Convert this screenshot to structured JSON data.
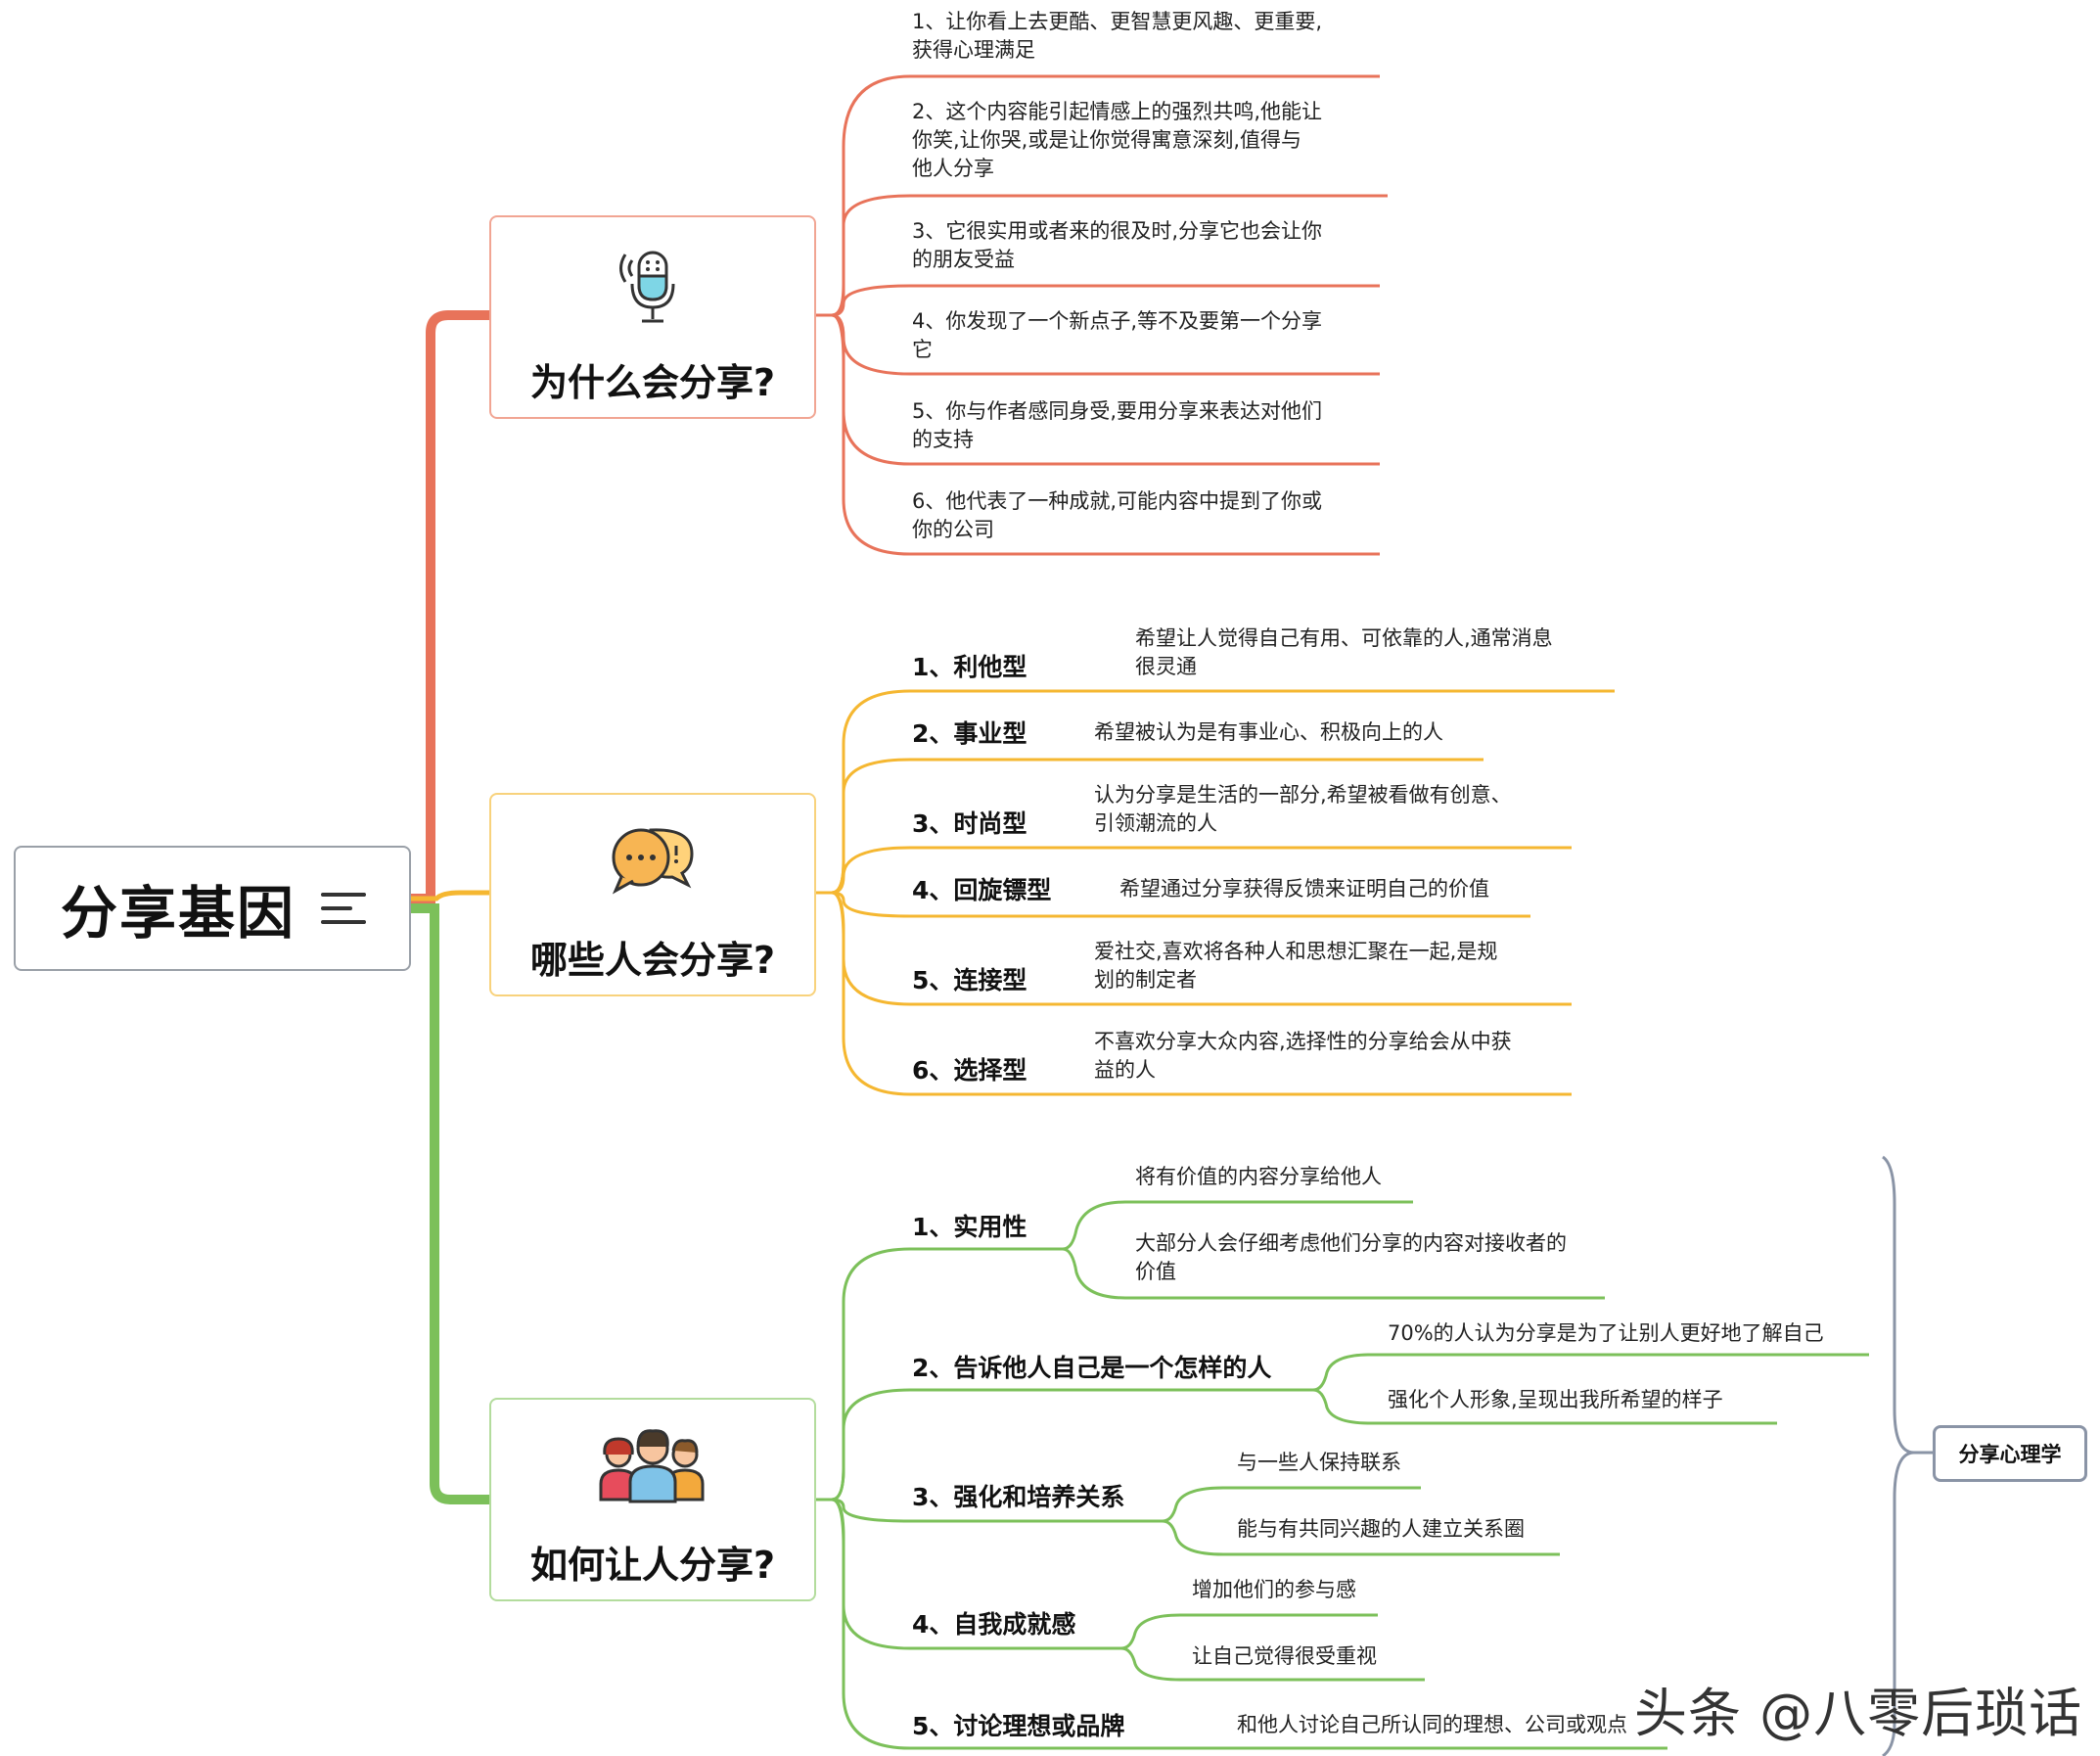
{
  "root": {
    "title": "分享基因",
    "icon": "outline-lines-icon"
  },
  "colors": {
    "why": "#e8735a",
    "who": "#f5b731",
    "how": "#7cc05a",
    "side": "#8a94a6"
  },
  "branches": [
    {
      "title": "为什么会分享?",
      "icon": "microphone-icon",
      "items": [
        "1、让你看上去更酷、更智慧更风趣、更重要,\n获得心理满足",
        "2、这个内容能引起情感上的强烈共鸣,他能让\n你笑,让你哭,或是让你觉得寓意深刻,值得与\n他人分享",
        "3、它很实用或者来的很及时,分享它也会让你\n的朋友受益",
        "4、你发现了一个新点子,等不及要第一个分享\n它",
        "5、你与作者感同身受,要用分享来表达对他们\n的支持",
        "6、他代表了一种成就,可能内容中提到了你或\n你的公司"
      ]
    },
    {
      "title": "哪些人会分享?",
      "icon": "chat-bubbles-icon",
      "items": [
        {
          "label": "1、利他型",
          "desc": "希望让人觉得自己有用、可依靠的人,通常消息\n很灵通"
        },
        {
          "label": "2、事业型",
          "desc": "希望被认为是有事业心、积极向上的人"
        },
        {
          "label": "3、时尚型",
          "desc": "认为分享是生活的一部分,希望被看做有创意、\n引领潮流的人"
        },
        {
          "label": "4、回旋镖型",
          "desc": "希望通过分享获得反馈来证明自己的价值"
        },
        {
          "label": "5、连接型",
          "desc": "爱社交,喜欢将各种人和思想汇聚在一起,是规\n划的制定者"
        },
        {
          "label": "6、选择型",
          "desc": "不喜欢分享大众内容,选择性的分享给会从中获\n益的人"
        }
      ]
    },
    {
      "title": "如何让人分享?",
      "icon": "people-group-icon",
      "items": [
        {
          "label": "1、实用性",
          "details": [
            "将有价值的内容分享给他人",
            "大部分人会仔细考虑他们分享的内容对接收者的\n价值"
          ]
        },
        {
          "label": "2、告诉他人自己是一个怎样的人",
          "details": [
            "70%的人认为分享是为了让别人更好地了解自己",
            "强化个人形象,呈现出我所希望的样子"
          ]
        },
        {
          "label": "3、强化和培养关系",
          "details": [
            "与一些人保持联系",
            "能与有共同兴趣的人建立关系圈"
          ]
        },
        {
          "label": "4、自我成就感",
          "details": [
            "增加他们的参与感",
            "让自己觉得很受重视"
          ]
        },
        {
          "label": "5、讨论理想或品牌",
          "details": [
            "和他人讨论自己所认同的理想、公司或观点"
          ]
        }
      ]
    }
  ],
  "side_label": "分享心理学",
  "watermark": "头条 @八零后琐话"
}
